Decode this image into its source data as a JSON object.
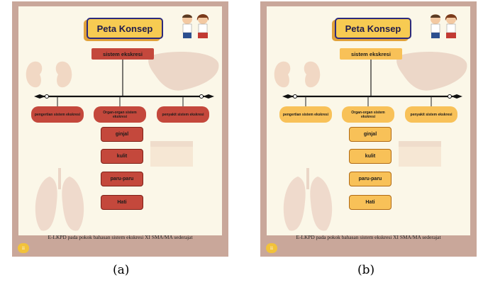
{
  "panels": [
    {
      "caption": "(a)",
      "theme": "red",
      "title": "Peta Konsep",
      "root": "sistem ekskresi",
      "branches": [
        "pengertian sistem ekskresi",
        "Organ-organ sistem ekskresi",
        "penyakit sistem ekskresi"
      ],
      "leaves": [
        "ginjal",
        "kulit",
        "paru-paru",
        "Hati"
      ],
      "footer": "E-LKPD pada pokok bahasan sistem ekskresi XI SMA/MA sederajat",
      "page_number": "ii",
      "colors": {
        "node": "#c4483c",
        "node_border": "#7e2018"
      }
    },
    {
      "caption": "(b)",
      "theme": "orange",
      "title": "Peta Konsep",
      "root": "sistem ekskresi",
      "branches": [
        "pengertian sistem ekskresi",
        "Organ-organ sistem ekskresi",
        "penyakit sistem ekskresi"
      ],
      "leaves": [
        "ginjal",
        "kulit",
        "paru-paru",
        "Hati"
      ],
      "footer": "E-LKPD pada pokok bahasan sistem ekskresi XI SMA/MA sederajat",
      "page_number": "ii",
      "colors": {
        "node": "#f8c158",
        "node_border": "#b06a14"
      }
    }
  ],
  "icons": [
    "kidney-illustration",
    "liver-illustration",
    "skin-illustration",
    "lungs-illustration",
    "students-illustration"
  ]
}
